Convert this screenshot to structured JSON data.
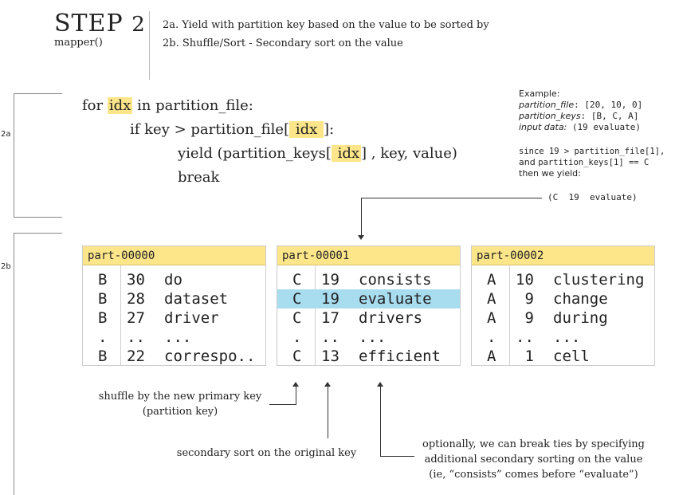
{
  "header": {
    "title": "STEP",
    "step_number": "2",
    "subtitle": "mapper()",
    "line_a": "2a. Yield with partition key based on the value to be sorted by",
    "line_b": "2b. Shuffle/Sort - Secondary sort on the value"
  },
  "sections": {
    "a": "2a",
    "b": "2b"
  },
  "code": {
    "l1_for": "for",
    "l1_var": "idx",
    "l1_rest": "in partition_file:",
    "l2_pre": "if  key > partition_file[",
    "l2_var": " idx ",
    "l2_post": "]:",
    "l3_pre": "yield (partition_keys[",
    "l3_var": " idx",
    "l3_post": "] , key, value)",
    "l4": "break"
  },
  "example": {
    "heading": "Example:",
    "pf_label": "partition_file",
    "pf_value": ": [20, 10, 0]",
    "pk_label": "partition_keys",
    "pk_value": ": [B, C, A]",
    "in_label": "input data:",
    "in_value": " (19 evaluate)",
    "since_1": "since 19 > partition_file[1],",
    "since_2_pre": "and ",
    "since_2_code": "partition_keys[1] == C",
    "since_3": "then we yield:",
    "result": "(C  19  evaluate)"
  },
  "partitions": [
    {
      "name": "part-00000",
      "rows": [
        {
          "k": "B",
          "n": "30",
          "w": "do",
          "sel": false
        },
        {
          "k": "B",
          "n": "28",
          "w": "dataset",
          "sel": false
        },
        {
          "k": "B",
          "n": "27",
          "w": "driver",
          "sel": false
        },
        {
          "k": ".",
          "n": "..",
          "w": "...",
          "sel": false
        },
        {
          "k": "B",
          "n": "22",
          "w": "correspo..",
          "sel": false
        }
      ]
    },
    {
      "name": "part-00001",
      "rows": [
        {
          "k": "C",
          "n": "19",
          "w": "consists",
          "sel": false
        },
        {
          "k": "C",
          "n": "19",
          "w": "evaluate",
          "sel": true
        },
        {
          "k": "C",
          "n": "17",
          "w": "drivers",
          "sel": false
        },
        {
          "k": ".",
          "n": "..",
          "w": "...",
          "sel": false
        },
        {
          "k": "C",
          "n": "13",
          "w": "efficient",
          "sel": false
        }
      ]
    },
    {
      "name": "part-00002",
      "rows": [
        {
          "k": "A",
          "n": "10",
          "w": "clustering",
          "sel": false
        },
        {
          "k": "A",
          "n": " 9",
          "w": "change",
          "sel": false
        },
        {
          "k": "A",
          "n": " 9",
          "w": "during",
          "sel": false
        },
        {
          "k": ".",
          "n": "..",
          "w": "...",
          "sel": false
        },
        {
          "k": "A",
          "n": " 1",
          "w": "cell",
          "sel": false
        }
      ]
    }
  ],
  "annotations": {
    "shuffle_1": "shuffle by the new primary key",
    "shuffle_2": "(partition key)",
    "secondary": "secondary sort on the original key",
    "ties_1": "optionally, we can break ties by specifying",
    "ties_2": "additional secondary sorting on the value",
    "ties_3": "(ie, “consists” comes before “evaluate”)"
  },
  "colors": {
    "highlight": "#fde68a",
    "selected_row": "#a8dcef"
  }
}
